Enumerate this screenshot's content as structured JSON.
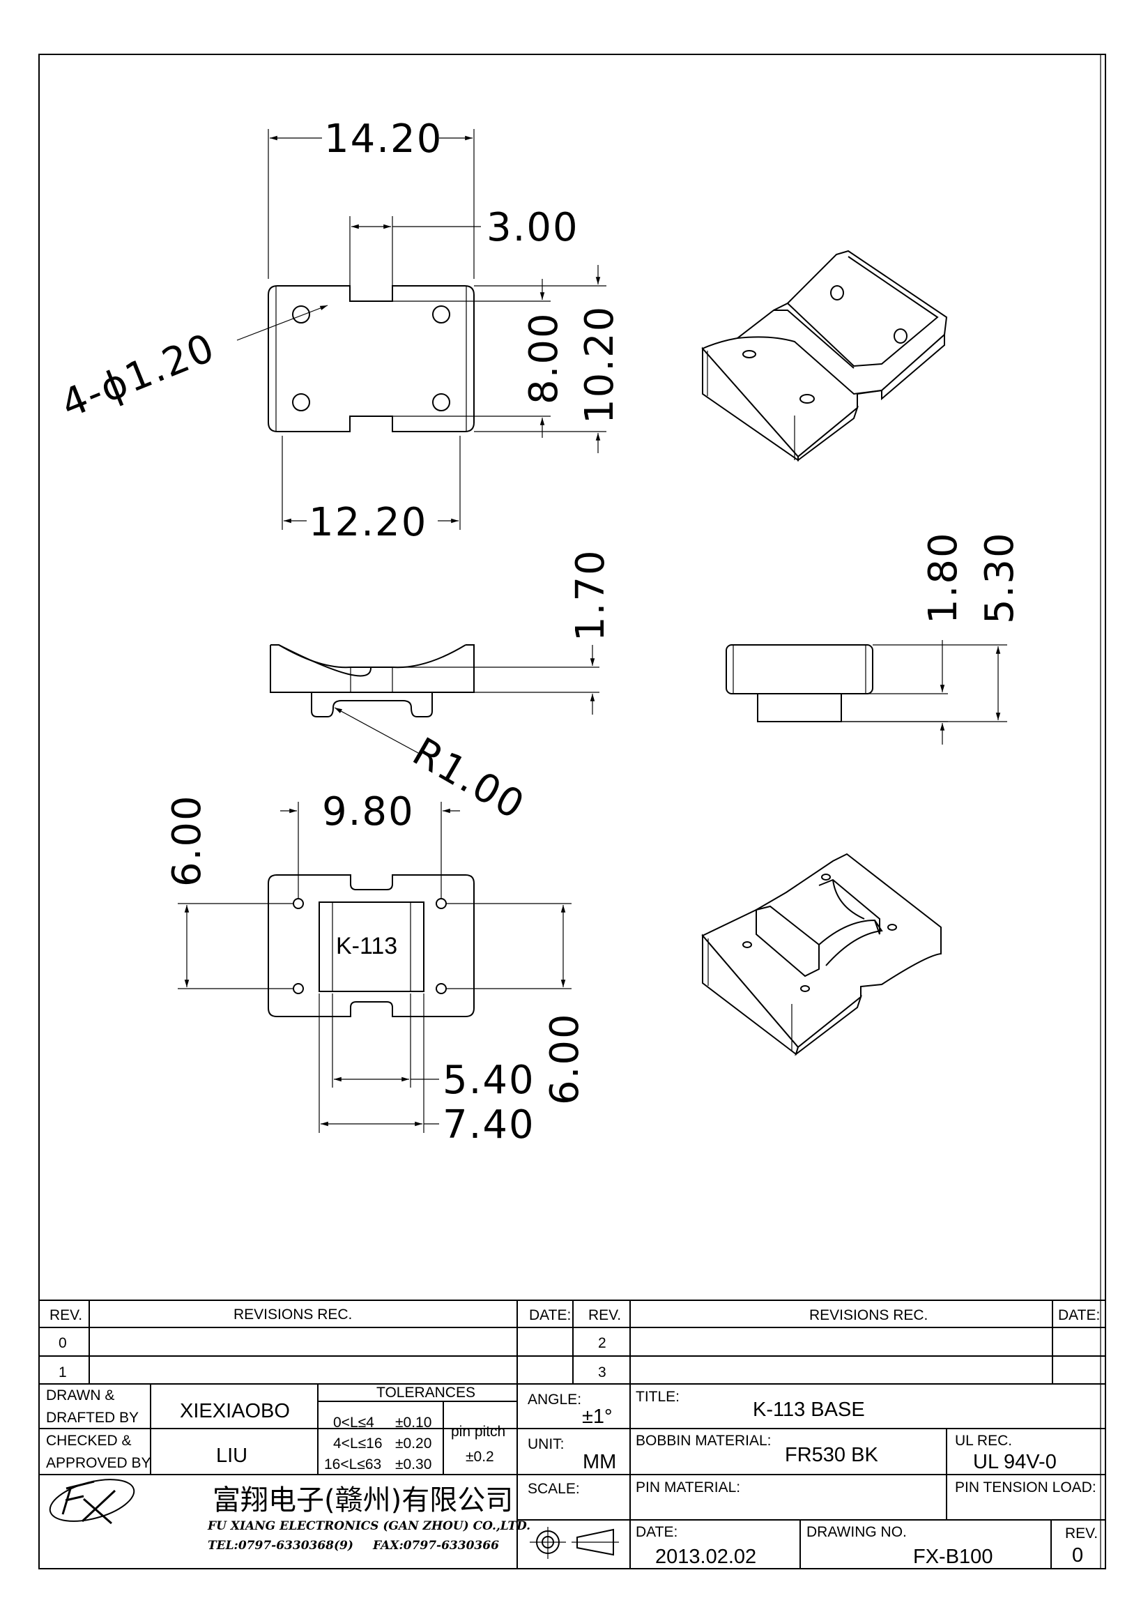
{
  "part_label": "K-113",
  "dimensions": {
    "top_width": "14.20",
    "slot_width": "3.00",
    "hole_spec": "4-ϕ1.20",
    "inner_height": "8.00",
    "outer_height": "10.20",
    "bottom_width": "12.20",
    "arc_depth": "1.70",
    "radius": "R1.00",
    "side_step": "1.80",
    "side_height": "5.30",
    "pin_span_x": "9.80",
    "pin_span_y_left": "6.00",
    "pin_span_y_right": "6.00",
    "inner_width": "5.40",
    "outer_width": "7.40"
  },
  "title_block": {
    "rev_header": "REV.",
    "revisions_header": "REVISIONS    REC.",
    "date_header": "DATE:",
    "rev_rows_left": [
      "0",
      "1"
    ],
    "rev_rows_right": [
      "2",
      "3"
    ],
    "drawn_label_1": "DRAWN  &",
    "drawn_label_2": "DRAFTED  BY",
    "drawn_by": "XIEXIAOBO",
    "checked_label_1": "CHECKED  &",
    "checked_label_2": "APPROVED  BY",
    "checked_by": "LIU",
    "tolerances_header": "TOLERANCES",
    "tol_range_1": "0<L≤4",
    "tol_val_1": "±0.10",
    "tol_range_2": "4<L≤16",
    "tol_val_2": "±0.20",
    "tol_range_3": "16<L≤63",
    "tol_val_3": "±0.30",
    "pin_pitch_label": "pin  pitch",
    "pin_pitch_value": "±0.2",
    "angle_label": "ANGLE:",
    "angle_value": "±1°",
    "unit_label": "UNIT:",
    "unit_value": "MM",
    "scale_label": "SCALE:",
    "title_label": "TITLE:",
    "title_value": "K-113     BASE",
    "bobbin_material_label": "BOBBIN  MATERIAL:",
    "bobbin_material_value": "FR530  BK",
    "ul_rec_label": "UL  REC.",
    "ul_rec_value": "UL  94V-0",
    "pin_material_label": "PIN  MATERIAL:",
    "pin_tension_label": "PIN  TENSION  LOAD:",
    "company_cn": "富翔电子(赣州)有限公司",
    "company_en": "FU XIANG ELECTRONICS (GAN ZHOU) CO.,LTD.",
    "tel": "TEL:0797-6330368(9)",
    "fax": "FAX:0797-6330366",
    "date_label": "DATE:",
    "date_value": "2013.02.02",
    "drawing_no_label": "DRAWING  NO.",
    "drawing_no_value": "FX-B100",
    "rev_label": "REV.",
    "rev_value": "0"
  }
}
